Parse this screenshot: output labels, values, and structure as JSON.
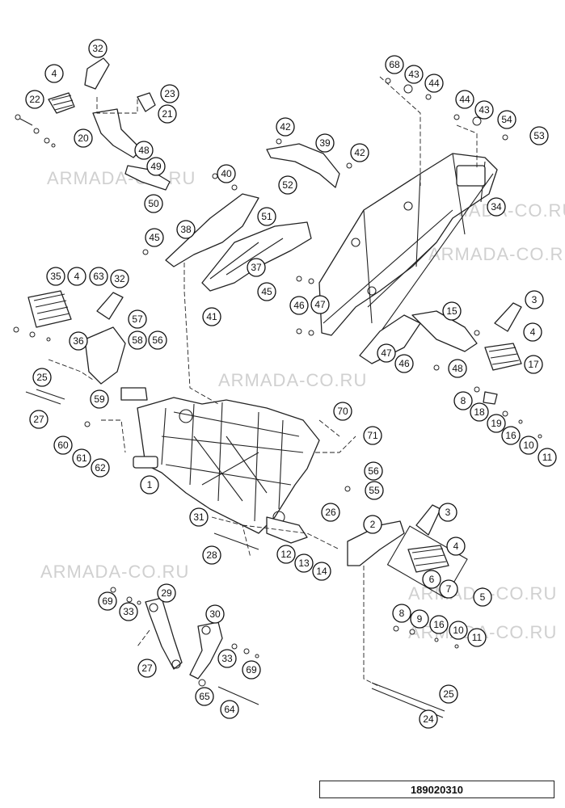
{
  "watermark": "ARMADA-CO.RU",
  "document_code": "189020310",
  "callouts": [
    "1",
    "2",
    "3",
    "4",
    "5",
    "6",
    "7",
    "8",
    "9",
    "10",
    "11",
    "12",
    "13",
    "14",
    "15",
    "16",
    "17",
    "18",
    "19",
    "20",
    "21",
    "22",
    "23",
    "24",
    "25",
    "26",
    "27",
    "28",
    "29",
    "30",
    "31",
    "32",
    "33",
    "34",
    "35",
    "36",
    "37",
    "38",
    "39",
    "40",
    "41",
    "42",
    "43",
    "44",
    "45",
    "46",
    "47",
    "48",
    "49",
    "50",
    "51",
    "52",
    "53",
    "54",
    "55",
    "56",
    "57",
    "58",
    "59",
    "60",
    "61",
    "62",
    "63",
    "64",
    "65",
    "68",
    "69",
    "70",
    "71"
  ],
  "colors": {
    "line": "#222222",
    "watermark": "#d0d0d0",
    "background": "#ffffff"
  }
}
